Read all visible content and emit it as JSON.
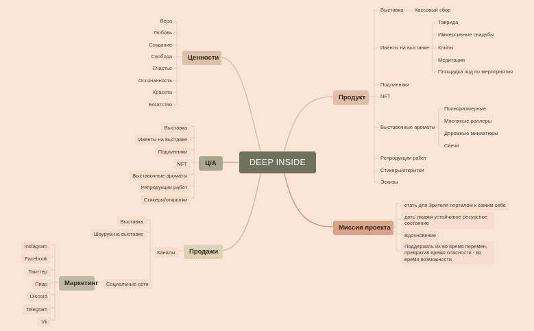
{
  "center": "DEEP INSIDE",
  "values": {
    "label": "Ценности",
    "items": [
      "Вера",
      "Любовь",
      "Создание",
      "Свобода",
      "Счастье",
      "Осознанность",
      "Красота",
      "Богатство"
    ]
  },
  "audience": {
    "label": "Ц/А",
    "items": [
      "Выставка",
      "Ивенты на выставке",
      "Подлинники",
      "NFT",
      "Выставочные ароматы",
      "Репродукции работ",
      "Стикеры/открытки"
    ]
  },
  "sales": {
    "label": "Продажи",
    "items": [
      "Выставка",
      "Шоурум на выставке"
    ],
    "channels": "Каналы",
    "social": "Социальные сети"
  },
  "marketing": {
    "label": "Маркетинг",
    "items": [
      "Instagram",
      "Facebook",
      "Твиттер",
      "Пиар",
      "Discord",
      "Telegram",
      "Vk"
    ]
  },
  "product": {
    "label": "Продукт",
    "exhibition": "Выставка",
    "box_office": "Кассовый сбор",
    "events": "Ивенты на выставке",
    "event_items": [
      "Таврида",
      "Иммерсивные свадьбы",
      "Клипы",
      "Медитации",
      "Площадка под по мероприятия"
    ],
    "originals": "Подлинники",
    "nft": "NFT",
    "aromas": "Выставочные ароматы",
    "aroma_items": [
      "Полноразмерные",
      "Масляные роллеры",
      "Дорожные миниатюры",
      "Свечи"
    ],
    "reproductions": "Репродукции работ",
    "stickers": "Стикеры/открытки",
    "sketches": "Эскизы"
  },
  "mission": {
    "label": "Миссия проекта",
    "items": [
      "стать для Зрителя порталом к самим себе",
      "дать людям устойчивое ресурсное состояние",
      "Вдохновение",
      "Поддержать их во время перемен, превратив время опасности - во время возможности"
    ]
  },
  "colors": {
    "background": "#fbe5d6",
    "center": "#6e725c",
    "values": "#dcc0a8",
    "audience": "#a9a58e",
    "sales": "#dcd2b6",
    "marketing": "#bfbaa4",
    "product": "#e1bea8",
    "mission": "#d8a488",
    "leaf_box": "#f6ddcc",
    "line": "#d9c2b2"
  }
}
